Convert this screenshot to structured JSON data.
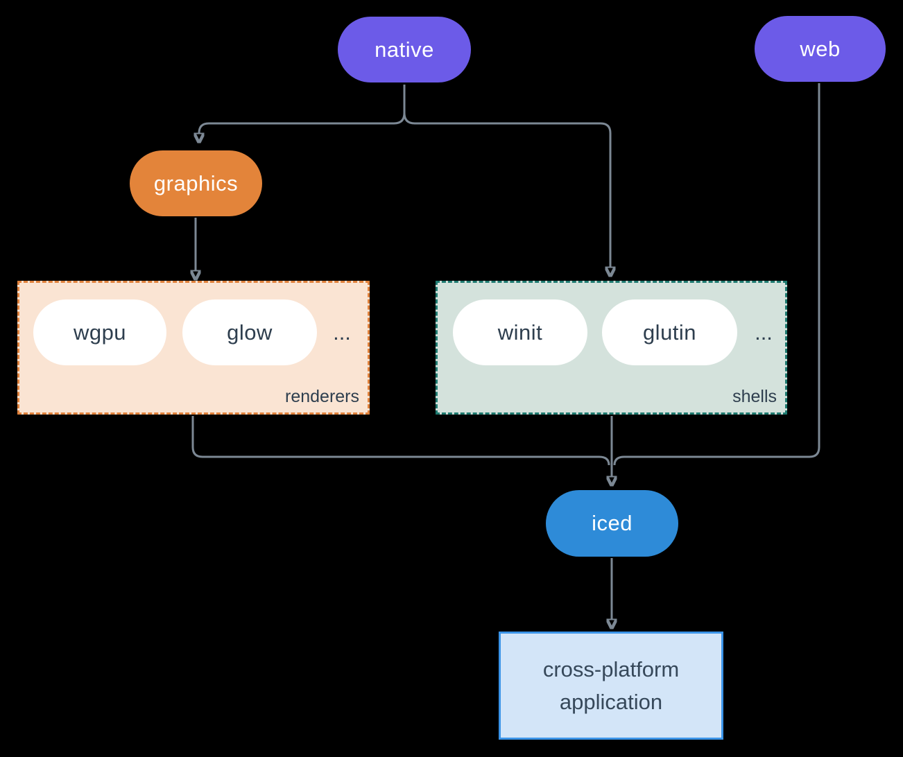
{
  "diagram": {
    "nodes": {
      "native": {
        "label": "native",
        "color": "#6C5BE8",
        "text_color": "#FFFFFF"
      },
      "web": {
        "label": "web",
        "color": "#6C5BE8",
        "text_color": "#FFFFFF"
      },
      "graphics": {
        "label": "graphics",
        "color": "#E3843A",
        "text_color": "#FFFFFF"
      },
      "iced": {
        "label": "iced",
        "color": "#2E8BD8",
        "text_color": "#FFFFFF"
      },
      "wgpu": {
        "label": "wgpu",
        "color": "#FFFFFF",
        "text_color": "#2E3E4E"
      },
      "glow": {
        "label": "glow",
        "color": "#FFFFFF",
        "text_color": "#2E3E4E"
      },
      "winit": {
        "label": "winit",
        "color": "#FFFFFF",
        "text_color": "#2E3E4E"
      },
      "glutin": {
        "label": "glutin",
        "color": "#FFFFFF",
        "text_color": "#2E3E4E"
      },
      "application": {
        "label": "cross-platform application",
        "background": "#D3E5F8",
        "border": "#3B94E8",
        "text_color": "#36485A"
      }
    },
    "groups": {
      "renderers": {
        "label": "renderers",
        "ellipsis": "...",
        "background": "#FAE4D3",
        "border": "#E0813B"
      },
      "shells": {
        "label": "shells",
        "ellipsis": "...",
        "background": "#D4E2DC",
        "border": "#1E7A70"
      }
    },
    "edges": [
      {
        "from": "native",
        "to": "graphics"
      },
      {
        "from": "native",
        "to": "shells"
      },
      {
        "from": "graphics",
        "to": "renderers"
      },
      {
        "from": "renderers",
        "to": "iced"
      },
      {
        "from": "shells",
        "to": "iced"
      },
      {
        "from": "web",
        "to": "iced"
      },
      {
        "from": "iced",
        "to": "application"
      }
    ],
    "colors": {
      "background": "#000000",
      "connector": "#7C8894"
    }
  }
}
